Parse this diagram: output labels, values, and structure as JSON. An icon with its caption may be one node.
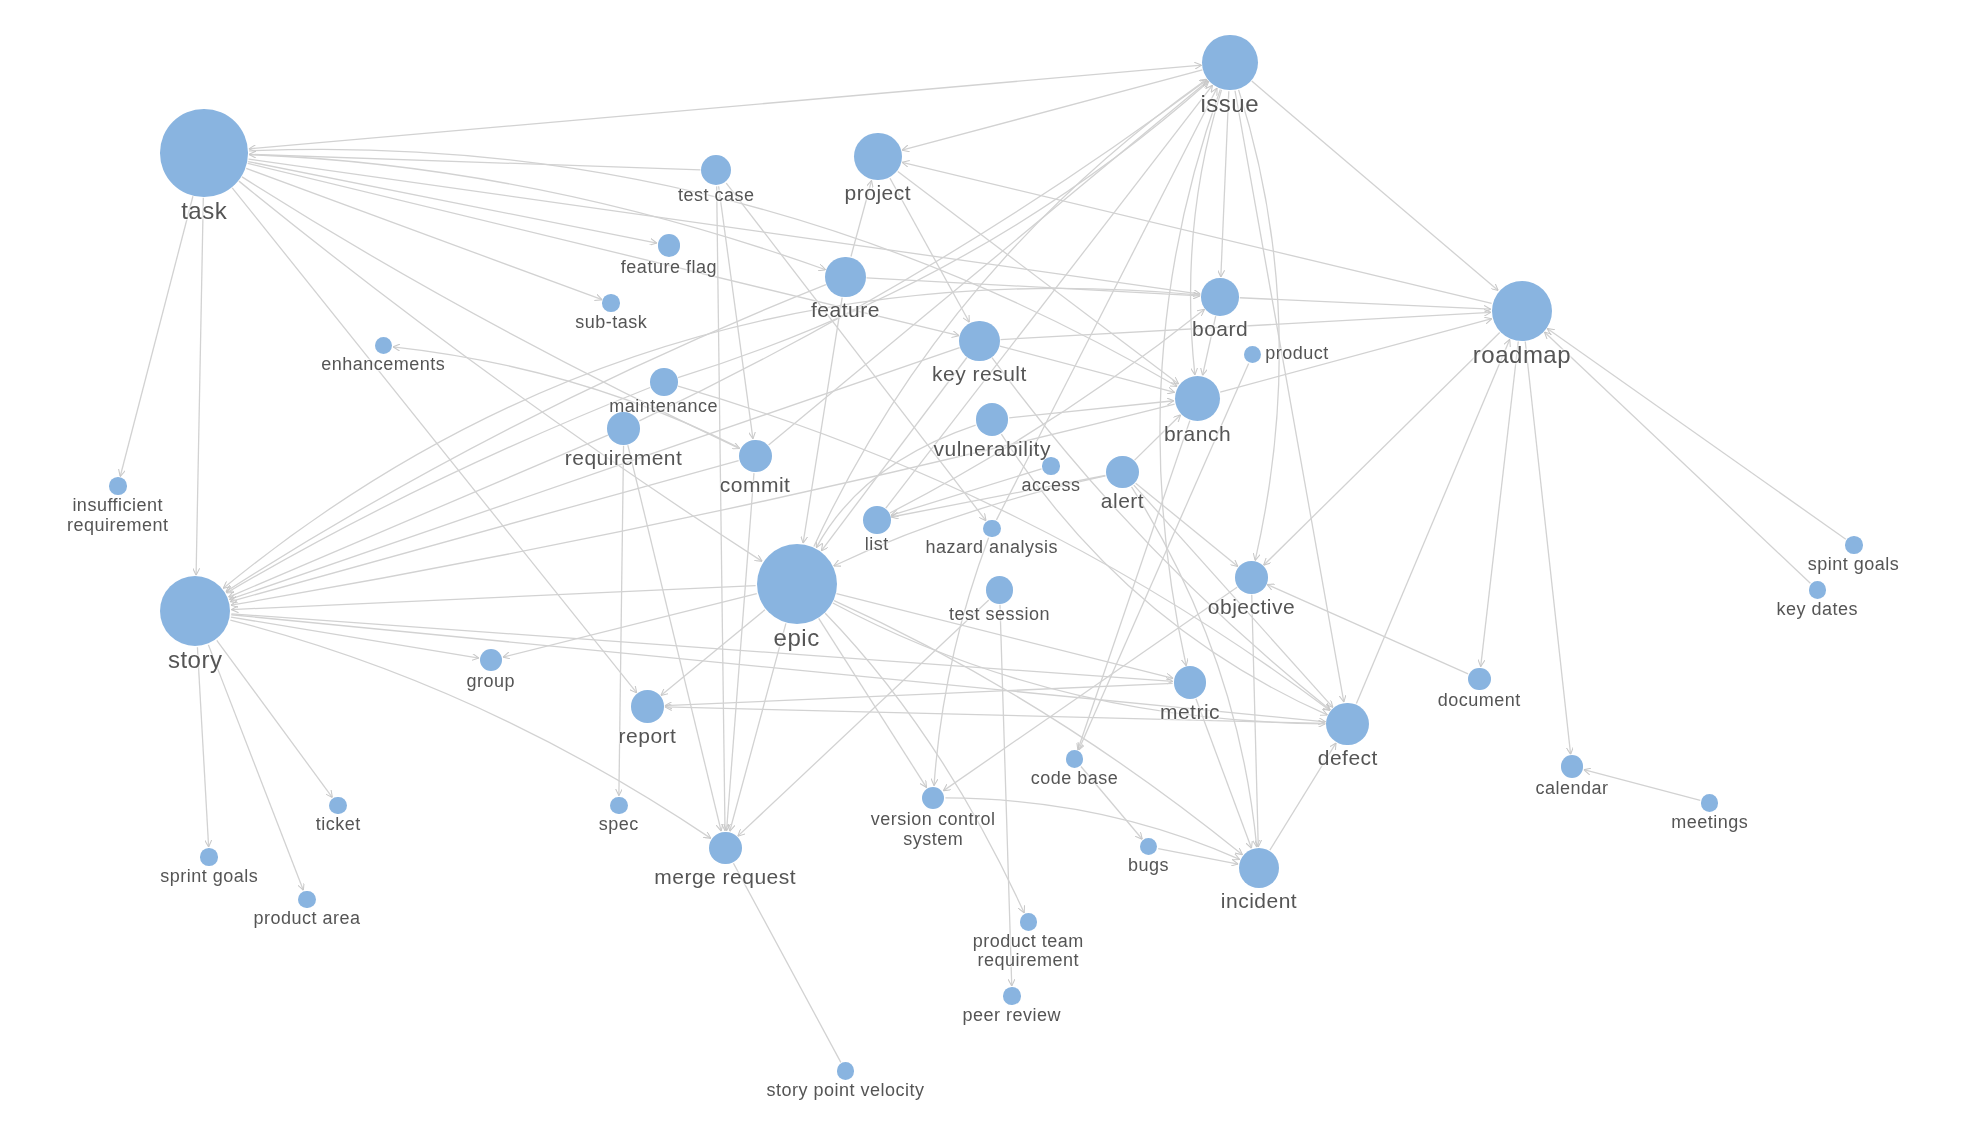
{
  "diagram": {
    "nodes": [
      {
        "text": [
          "task"
        ]
      },
      {
        "text": [
          "issue"
        ]
      },
      {
        "text": [
          "test case"
        ]
      },
      {
        "text": [
          "project"
        ]
      },
      {
        "text": [
          "feature flag"
        ]
      },
      {
        "text": [
          "feature"
        ]
      },
      {
        "text": [
          "sub-task"
        ]
      },
      {
        "text": [
          "board"
        ]
      },
      {
        "text": [
          "roadmap"
        ]
      },
      {
        "text": [
          "key result"
        ]
      },
      {
        "text": [
          "enhancements"
        ]
      },
      {
        "text": [
          "product"
        ]
      },
      {
        "text": [
          "maintenance"
        ]
      },
      {
        "text": [
          "branch"
        ]
      },
      {
        "text": [
          "requirement"
        ]
      },
      {
        "text": [
          "vulnerability"
        ]
      },
      {
        "text": [
          "commit"
        ]
      },
      {
        "text": [
          "access"
        ]
      },
      {
        "text": [
          "alert"
        ]
      },
      {
        "text": [
          "insufficient requirement"
        ]
      },
      {
        "text": [
          "list"
        ]
      },
      {
        "text": [
          "hazard analysis"
        ]
      },
      {
        "text": [
          "spint goals"
        ]
      },
      {
        "text": [
          "objective"
        ]
      },
      {
        "text": [
          "epic"
        ]
      },
      {
        "text": [
          "test session"
        ]
      },
      {
        "text": [
          "key dates"
        ]
      },
      {
        "text": [
          "story"
        ]
      },
      {
        "text": [
          "group"
        ]
      },
      {
        "text": [
          "document"
        ]
      },
      {
        "text": [
          "metric"
        ]
      },
      {
        "text": [
          "report"
        ]
      },
      {
        "text": [
          "defect"
        ]
      },
      {
        "text": [
          "code base"
        ]
      },
      {
        "text": [
          "calendar"
        ]
      },
      {
        "text": [
          "spec"
        ]
      },
      {
        "text": [
          "ticket"
        ]
      },
      {
        "text": [
          "version control system"
        ]
      },
      {
        "text": [
          "meetings"
        ]
      },
      {
        "text": [
          "bugs"
        ]
      },
      {
        "text": [
          "merge request"
        ]
      },
      {
        "text": [
          "sprint goals"
        ]
      },
      {
        "text": [
          "incident"
        ]
      },
      {
        "text": [
          "product area"
        ]
      },
      {
        "text": [
          "product team requirement"
        ]
      },
      {
        "text": [
          "peer review"
        ]
      },
      {
        "text": [
          "story point velocity"
        ]
      }
    ],
    "edges": [
      {
        "from": 0,
        "to": 1,
        "arrow": "both"
      },
      {
        "from": 0,
        "to": 19,
        "arrow": "to"
      },
      {
        "from": 0,
        "to": 27,
        "arrow": "to"
      },
      {
        "from": 27,
        "to": 41,
        "arrow": "to"
      },
      {
        "from": 27,
        "to": 43,
        "arrow": "to"
      },
      {
        "from": 27,
        "to": 36,
        "arrow": "to"
      },
      {
        "from": 27,
        "to": 40,
        "arrow": "to"
      },
      {
        "from": 27,
        "to": 28,
        "arrow": "to"
      },
      {
        "from": 27,
        "to": 30,
        "arrow": "to"
      },
      {
        "from": 27,
        "to": 32,
        "arrow": "to"
      },
      {
        "from": 0,
        "to": 4,
        "arrow": "to"
      },
      {
        "from": 0,
        "to": 6,
        "arrow": "to"
      },
      {
        "from": 0,
        "to": 5,
        "arrow": "to"
      },
      {
        "from": 0,
        "to": 7,
        "arrow": "to"
      },
      {
        "from": 0,
        "to": 9,
        "arrow": "to"
      },
      {
        "from": 0,
        "to": 16,
        "arrow": "to"
      },
      {
        "from": 0,
        "to": 24,
        "arrow": "to"
      },
      {
        "from": 0,
        "to": 13,
        "arrow": "to"
      },
      {
        "from": 0,
        "to": 31,
        "arrow": "to"
      },
      {
        "from": 2,
        "to": 0,
        "arrow": "to"
      },
      {
        "from": 2,
        "to": 16,
        "arrow": "to"
      },
      {
        "from": 2,
        "to": 40,
        "arrow": "to"
      },
      {
        "from": 2,
        "to": 21,
        "arrow": "to"
      },
      {
        "from": 1,
        "to": 3,
        "arrow": "to"
      },
      {
        "from": 8,
        "to": 3,
        "arrow": "to"
      },
      {
        "from": 3,
        "to": 13,
        "arrow": "to"
      },
      {
        "from": 3,
        "to": 9,
        "arrow": "to"
      },
      {
        "from": 5,
        "to": 24,
        "arrow": "to"
      },
      {
        "from": 5,
        "to": 27,
        "arrow": "to"
      },
      {
        "from": 5,
        "to": 3,
        "arrow": "to"
      },
      {
        "from": 5,
        "to": 7,
        "arrow": "to"
      },
      {
        "from": 9,
        "to": 27,
        "arrow": "to"
      },
      {
        "from": 9,
        "to": 24,
        "arrow": "to"
      },
      {
        "from": 9,
        "to": 13,
        "arrow": "to"
      },
      {
        "from": 9,
        "to": 8,
        "arrow": "to"
      },
      {
        "from": 7,
        "to": 27,
        "arrow": "to"
      },
      {
        "from": 7,
        "to": 13,
        "arrow": "to"
      },
      {
        "from": 7,
        "to": 8,
        "arrow": "to"
      },
      {
        "from": 1,
        "to": 7,
        "arrow": "to"
      },
      {
        "from": 1,
        "to": 13,
        "arrow": "to"
      },
      {
        "from": 1,
        "to": 30,
        "arrow": "to"
      },
      {
        "from": 1,
        "to": 32,
        "arrow": "to"
      },
      {
        "from": 1,
        "to": 23,
        "arrow": "to"
      },
      {
        "from": 1,
        "to": 8,
        "arrow": "to"
      },
      {
        "from": 13,
        "to": 27,
        "arrow": "to"
      },
      {
        "from": 13,
        "to": 8,
        "arrow": "to"
      },
      {
        "from": 13,
        "to": 33,
        "arrow": "to"
      },
      {
        "from": 12,
        "to": 27,
        "arrow": "to"
      },
      {
        "from": 12,
        "to": 1,
        "arrow": "to"
      },
      {
        "from": 14,
        "to": 27,
        "arrow": "to"
      },
      {
        "from": 14,
        "to": 1,
        "arrow": "to"
      },
      {
        "from": 14,
        "to": 35,
        "arrow": "to"
      },
      {
        "from": 14,
        "to": 40,
        "arrow": "to"
      },
      {
        "from": 16,
        "to": 27,
        "arrow": "to"
      },
      {
        "from": 16,
        "to": 1,
        "arrow": "to"
      },
      {
        "from": 16,
        "to": 40,
        "arrow": "to"
      },
      {
        "from": 16,
        "to": 10,
        "arrow": "to"
      },
      {
        "from": 15,
        "to": 24,
        "arrow": "to"
      },
      {
        "from": 15,
        "to": 13,
        "arrow": "to"
      },
      {
        "from": 17,
        "to": 20,
        "arrow": "to"
      },
      {
        "from": 18,
        "to": 24,
        "arrow": "to"
      },
      {
        "from": 18,
        "to": 42,
        "arrow": "to"
      },
      {
        "from": 18,
        "to": 13,
        "arrow": "to"
      },
      {
        "from": 18,
        "to": 20,
        "arrow": "to"
      },
      {
        "from": 20,
        "to": 1,
        "arrow": "to"
      },
      {
        "from": 21,
        "to": 1,
        "arrow": "to"
      },
      {
        "from": 20,
        "to": 7,
        "arrow": "to"
      },
      {
        "from": 21,
        "to": 37,
        "arrow": "to"
      },
      {
        "from": 22,
        "to": 8,
        "arrow": "to"
      },
      {
        "from": 26,
        "to": 8,
        "arrow": "to"
      },
      {
        "from": 8,
        "to": 34,
        "arrow": "to"
      },
      {
        "from": 8,
        "to": 29,
        "arrow": "to"
      },
      {
        "from": 38,
        "to": 34,
        "arrow": "to"
      },
      {
        "from": 29,
        "to": 23,
        "arrow": "to"
      },
      {
        "from": 8,
        "to": 23,
        "arrow": "to"
      },
      {
        "from": 32,
        "to": 8,
        "arrow": "to"
      },
      {
        "from": 42,
        "to": 32,
        "arrow": "to"
      },
      {
        "from": 39,
        "to": 42,
        "arrow": "to"
      },
      {
        "from": 33,
        "to": 39,
        "arrow": "to"
      },
      {
        "from": 37,
        "to": 42,
        "arrow": "to"
      },
      {
        "from": 30,
        "to": 42,
        "arrow": "to"
      },
      {
        "from": 23,
        "to": 42,
        "arrow": "to"
      },
      {
        "from": 24,
        "to": 27,
        "arrow": "to"
      },
      {
        "from": 24,
        "to": 28,
        "arrow": "to"
      },
      {
        "from": 24,
        "to": 31,
        "arrow": "to"
      },
      {
        "from": 24,
        "to": 40,
        "arrow": "to"
      },
      {
        "from": 24,
        "to": 37,
        "arrow": "to"
      },
      {
        "from": 24,
        "to": 30,
        "arrow": "to"
      },
      {
        "from": 24,
        "to": 32,
        "arrow": "to"
      },
      {
        "from": 24,
        "to": 44,
        "arrow": "to"
      },
      {
        "from": 24,
        "to": 1,
        "arrow": "to"
      },
      {
        "from": 24,
        "to": 42,
        "arrow": "to"
      },
      {
        "from": 30,
        "to": 31,
        "arrow": "to"
      },
      {
        "from": 32,
        "to": 31,
        "arrow": "to"
      },
      {
        "from": 25,
        "to": 45,
        "arrow": "to"
      },
      {
        "from": 25,
        "to": 40,
        "arrow": "to"
      },
      {
        "from": 23,
        "to": 37,
        "arrow": "to"
      },
      {
        "from": 40,
        "to": 46,
        "arrow": "none"
      },
      {
        "from": 11,
        "to": 33,
        "arrow": "to"
      },
      {
        "from": 18,
        "to": 23,
        "arrow": "to"
      },
      {
        "from": 9,
        "to": 32,
        "arrow": "to"
      },
      {
        "from": 15,
        "to": 32,
        "arrow": "to"
      },
      {
        "from": 18,
        "to": 32,
        "arrow": "to"
      },
      {
        "from": 12,
        "to": 32,
        "arrow": "to"
      }
    ]
  }
}
